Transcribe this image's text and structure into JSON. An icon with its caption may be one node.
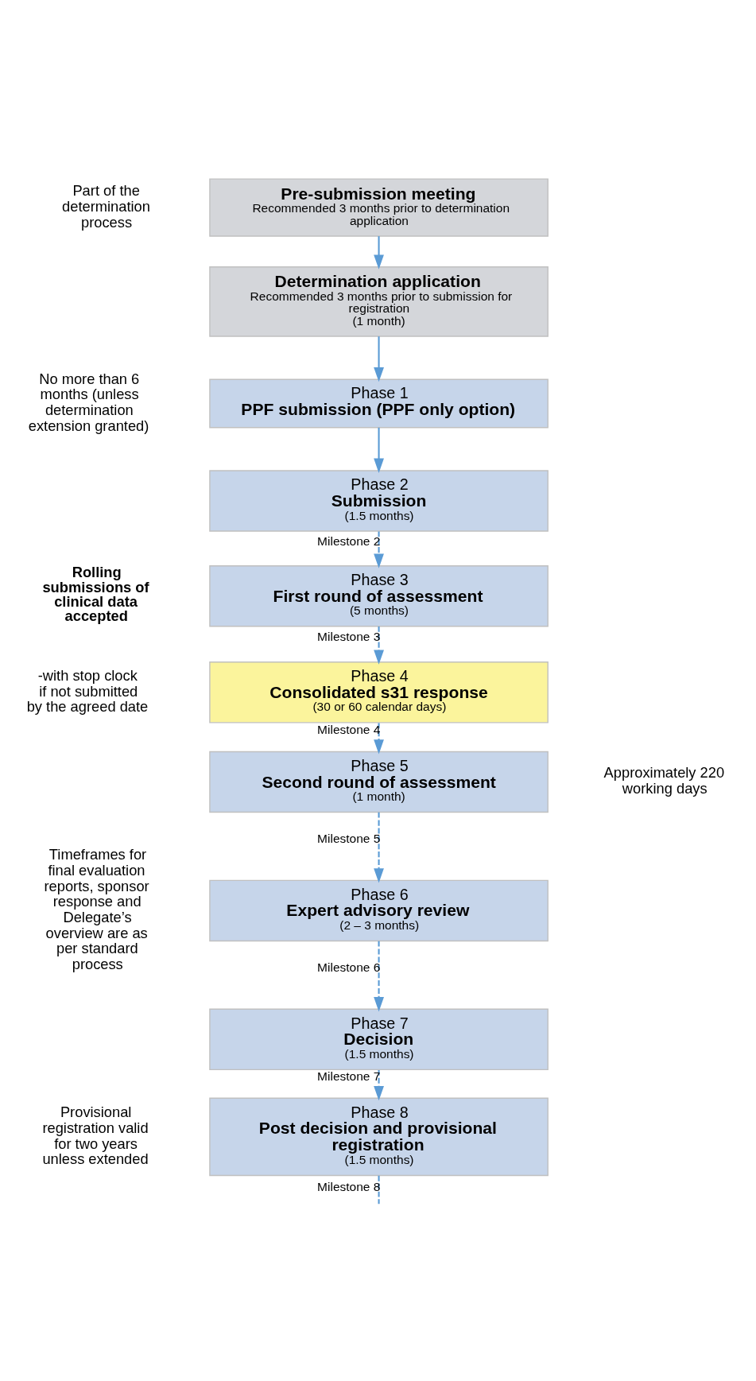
{
  "diagram": {
    "nodes": [
      {
        "text": [
          "Pre-submission meeting",
          "Recommended 3 months prior to determination application"
        ]
      },
      {
        "text": [
          "Determination application",
          "Recommended 3 months prior to submission for registration",
          "(1 month)"
        ]
      },
      {
        "text": [
          "Phase 1",
          "PPF submission (PPF only option)"
        ]
      },
      {
        "text": [
          "Phase 2",
          "Submission",
          "(1.5 months)"
        ]
      },
      {
        "text": [
          "Phase 3",
          "First round of assessment",
          "(5 months)"
        ]
      },
      {
        "text": [
          "Phase 4",
          "Consolidated s31 response",
          "(30 or 60 calendar days)"
        ]
      },
      {
        "text": [
          "Phase 5",
          "Second round of assessment",
          "(1 month)"
        ]
      },
      {
        "text": [
          "Phase 6",
          "Expert advisory review",
          "(2 – 3 months)"
        ]
      },
      {
        "text": [
          "Phase 7",
          "Decision",
          "(1.5 months)"
        ]
      },
      {
        "text": [
          "Phase 8",
          "Post decision and provisional registration",
          "(1.5 months)"
        ]
      }
    ],
    "edges": [
      {
        "from": 0,
        "to": 1,
        "arrow": "to"
      },
      {
        "from": 1,
        "to": 2,
        "arrow": "to"
      },
      {
        "from": 2,
        "to": 3,
        "arrow": "to"
      },
      {
        "from": 3,
        "to": 4,
        "arrow": "to",
        "label": "Milestone 2",
        "style": "dashed"
      },
      {
        "from": 4,
        "to": 5,
        "arrow": "to",
        "label": "Milestone 3",
        "style": "dashed"
      },
      {
        "from": 5,
        "to": 6,
        "arrow": "to",
        "label": "Milestone 4",
        "style": "dashed"
      },
      {
        "from": 6,
        "to": 7,
        "arrow": "to",
        "label": "Milestone 5",
        "style": "dashed"
      },
      {
        "from": 7,
        "to": 8,
        "arrow": "to",
        "label": "Milestone 6",
        "style": "dashed"
      },
      {
        "from": 8,
        "to": 9,
        "arrow": "to",
        "label": "Milestone 7",
        "style": "dashed"
      },
      {
        "from": 9,
        "to": null,
        "arrow": "none",
        "label": "Milestone 8",
        "style": "dashed"
      }
    ],
    "labels": [
      "Part of the determination process",
      "No more than 6 months (unless determination extension granted)",
      "Rolling submissions of clinical data accepted",
      "-with stop clock if not submitted by the agreed date",
      "Approximately 220 working days",
      "Timeframes for final evaluation reports, sponsor response and Delegate’s overview are as per standard process",
      "Provisional registration valid for two years unless extended"
    ]
  }
}
